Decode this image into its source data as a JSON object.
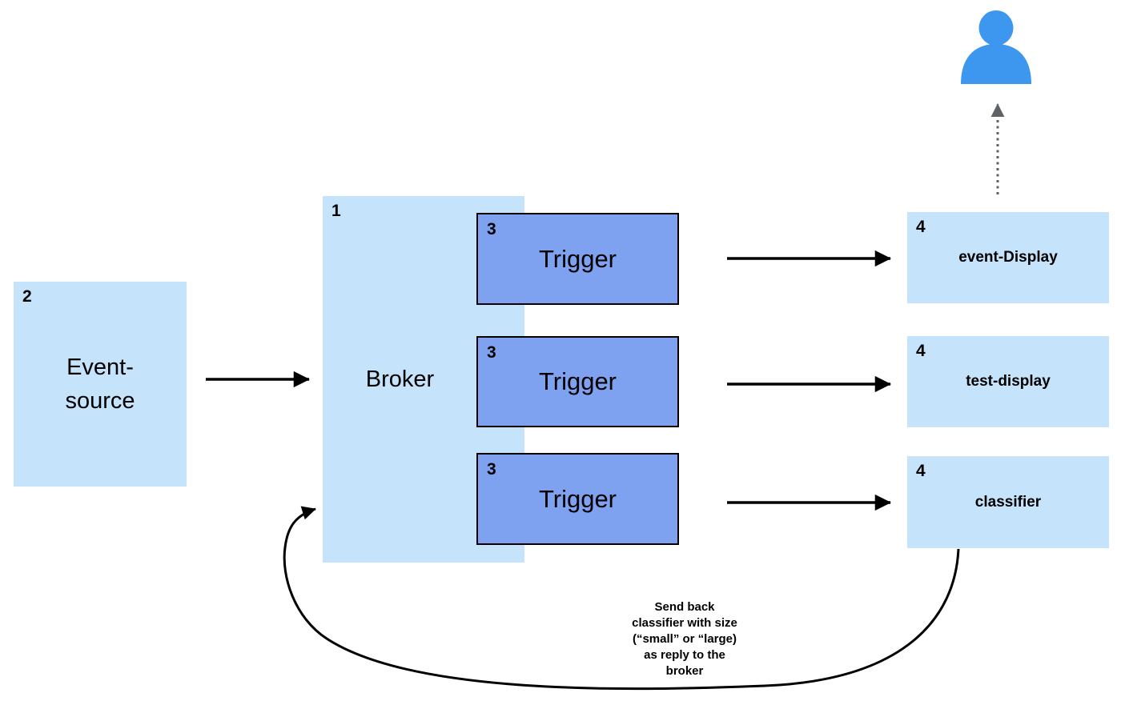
{
  "colors": {
    "box_light": "#C5E3FA",
    "trigger_fill": "#7FA2F0",
    "trigger_border": "#000000",
    "person_blue": "#3E97EE",
    "arrow_black": "#000000",
    "arrow_gray": "#5E6366"
  },
  "nodes": {
    "event_source": {
      "number": "2",
      "label_lines": [
        "Event-",
        "source"
      ]
    },
    "broker": {
      "number": "1",
      "label": "Broker"
    },
    "triggers": [
      {
        "number": "3",
        "label": "Trigger"
      },
      {
        "number": "3",
        "label": "Trigger"
      },
      {
        "number": "3",
        "label": "Trigger"
      }
    ],
    "services": [
      {
        "number": "4",
        "label": "event-Display"
      },
      {
        "number": "4",
        "label": "test-display"
      },
      {
        "number": "4",
        "label": "classifier"
      }
    ]
  },
  "annotation": {
    "lines": [
      "Send back",
      "classifier with size",
      "(“small” or “large)",
      "as reply to the",
      "broker"
    ]
  },
  "icons": {
    "person": "user"
  }
}
